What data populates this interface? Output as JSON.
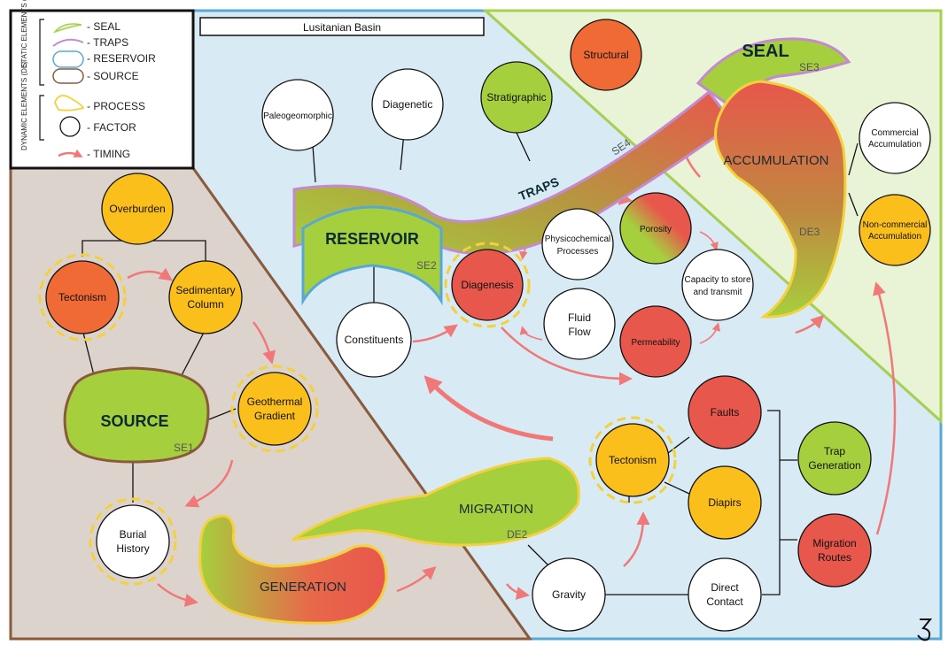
{
  "title": "Lusitanian Basin",
  "legend": {
    "static_group": "STATIC ELEMENTS (SE)",
    "dynamic_group": "DYNAMIC ELEMENTS (DE)",
    "items": {
      "seal": "- SEAL",
      "traps": "- TRAPS",
      "reservoir": "- RESERVOIR",
      "source": "- SOURCE",
      "process": "- PROCESS",
      "factor": "- FACTOR",
      "timing": "- TIMING"
    }
  },
  "elements": {
    "seal": "SEAL",
    "seal_code": "SE3",
    "traps": "TRAPS",
    "traps_code": "SE4",
    "reservoir": "RESERVOIR",
    "reservoir_code": "SE2",
    "source": "SOURCE",
    "source_code": "SE1"
  },
  "processes": {
    "accumulation": "ACCUMULATION",
    "accumulation_code": "DE3",
    "migration": "MIGRATION",
    "migration_code": "DE2",
    "generation": "GENERATION"
  },
  "nodes": {
    "structural": "Structural",
    "paleogeomorphic": "Paleogeomorphic",
    "diagenetic": "Diagenetic",
    "stratigraphic": "Stratigraphic",
    "commercial_1": "Commercial",
    "commercial_2": "Accumulation",
    "noncommercial_1": "Non-commercial",
    "noncommercial_2": "Accumulation",
    "physicochemical_1": "Physicochemical",
    "physicochemical_2": "Processes",
    "porosity": "Porosity",
    "capacity_1": "Capacity to store",
    "capacity_2": "and transmit",
    "diagenesis": "Diagenesis",
    "fluid_1": "Fluid",
    "fluid_2": "Flow",
    "permeability": "Permeability",
    "constituents": "Constituents",
    "overburden": "Overburden",
    "tectonism_left": "Tectonism",
    "sedimentary_1": "Sedimentary",
    "sedimentary_2": "Column",
    "geothermal_1": "Geothermal",
    "geothermal_2": "Gradient",
    "burial_1": "Burial",
    "burial_2": "History",
    "faults": "Faults",
    "tectonism_right": "Tectonism",
    "diapirs": "Diapirs",
    "trap_gen_1": "Trap",
    "trap_gen_2": "Generation",
    "migration_routes_1": "Migration",
    "migration_routes_2": "Routes",
    "gravity": "Gravity",
    "direct_contact_1": "Direct",
    "direct_contact_2": "Contact"
  },
  "colors": {
    "source_zone": "#ddd3cd",
    "reservoir_zone": "#d8eaf4",
    "seal_zone": "#e9f3d6",
    "orange_red": "#f06a35",
    "red": "#e8574c",
    "amber": "#fbbf1c",
    "green": "#a6cf3d",
    "timing_arrow": "#f07878",
    "border_brown": "#8a5a3b",
    "border_blue": "#58a8d6",
    "border_green": "#a8cf4f",
    "trap_outline": "#c48ad0"
  }
}
